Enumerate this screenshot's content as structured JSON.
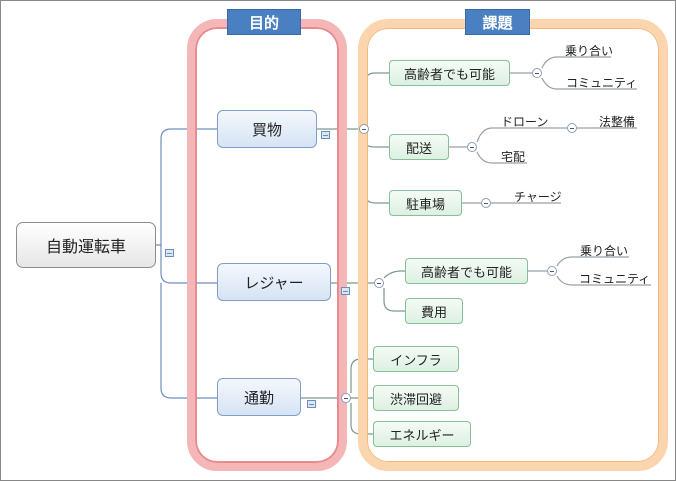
{
  "headings": {
    "purpose": "目的",
    "issues": "課題"
  },
  "root": {
    "label": "自動運転車"
  },
  "purposes": [
    {
      "label": "買物"
    },
    {
      "label": "レジャー"
    },
    {
      "label": "通勤"
    }
  ],
  "shopping": {
    "elderly": {
      "label": "高齢者でも可能",
      "children": [
        "乗り合い",
        "コミュニティ"
      ]
    },
    "delivery": {
      "label": "配送",
      "drone": "ドローン",
      "drone_child": "法整備",
      "home_delivery": "宅配"
    },
    "parking": {
      "label": "駐車場",
      "child": "チャージ"
    }
  },
  "leisure": {
    "elderly": {
      "label": "高齢者でも可能",
      "children": [
        "乗り合い",
        "コミュニティ"
      ]
    },
    "cost": {
      "label": "費用"
    }
  },
  "commute": {
    "items": [
      "インフラ",
      "渋滞回避",
      "エネルギー"
    ]
  },
  "colors": {
    "purpose_frame": "#e98a8e",
    "issues_frame": "#f7c693",
    "tag": "#4a7fc1",
    "main_node": "#d6e3f4",
    "sub_node": "#ddf0e2"
  }
}
